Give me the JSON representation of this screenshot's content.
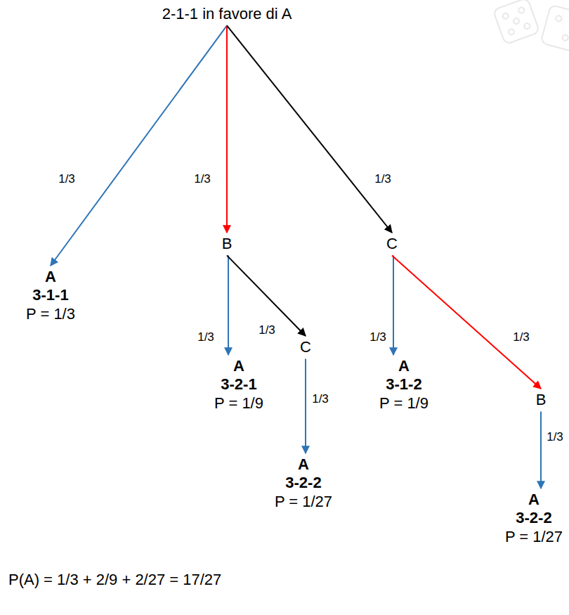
{
  "diagram": {
    "nodes": [
      {
        "text": [
          "2-1-1 in favore di A"
        ]
      },
      {
        "text": [
          "A",
          "3-1-1",
          "P = 1/3"
        ]
      },
      {
        "text": [
          "B"
        ]
      },
      {
        "text": [
          "C"
        ]
      },
      {
        "text": [
          "A",
          "3-2-1",
          "P = 1/9"
        ]
      },
      {
        "text": [
          "C"
        ]
      },
      {
        "text": [
          "A",
          "3-1-2",
          "P = 1/9"
        ]
      },
      {
        "text": [
          "B"
        ]
      },
      {
        "text": [
          "A",
          "3-2-2",
          "P = 1/27"
        ]
      },
      {
        "text": [
          "A",
          "3-2-2",
          "P = 1/27"
        ]
      }
    ],
    "edges": [
      {
        "from": 0,
        "to": 1,
        "arrow": "to",
        "label": "1/3"
      },
      {
        "from": 0,
        "to": 2,
        "arrow": "to",
        "label": "1/3"
      },
      {
        "from": 0,
        "to": 3,
        "arrow": "to",
        "label": "1/3"
      },
      {
        "from": 2,
        "to": 4,
        "arrow": "to",
        "label": "1/3"
      },
      {
        "from": 2,
        "to": 5,
        "arrow": "to",
        "label": "1/3"
      },
      {
        "from": 3,
        "to": 6,
        "arrow": "to",
        "label": "1/3"
      },
      {
        "from": 3,
        "to": 7,
        "arrow": "to",
        "label": "1/3"
      },
      {
        "from": 5,
        "to": 8,
        "arrow": "to",
        "label": "1/3"
      },
      {
        "from": 7,
        "to": 9,
        "arrow": "to",
        "label": "1/3"
      }
    ],
    "labels": [
      "P(A) = 1/3 + 2/9 + 2/27 = 17/27"
    ]
  }
}
